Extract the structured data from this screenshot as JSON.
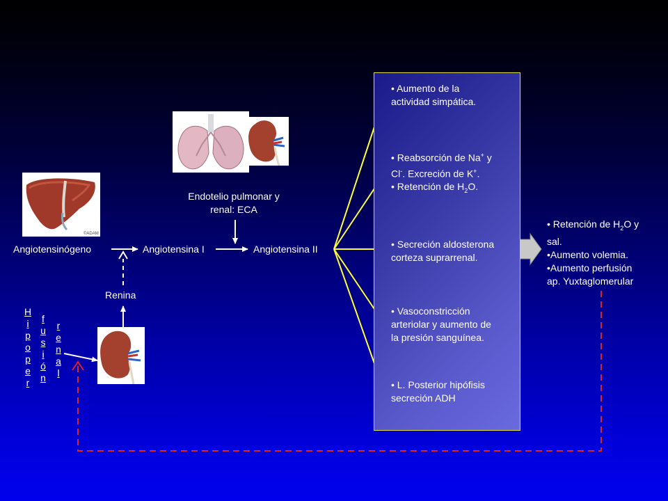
{
  "nodes": {
    "angiotensinogen": "Angiotensinógeno",
    "angiotensin1": "Angiotensina I",
    "angiotensin2": "Angiotensina II",
    "renin": "Renina",
    "endothelium_line1": "Endotelio pulmonar y",
    "endothelium_line2": "renal: ECA"
  },
  "vertical_words": {
    "col1": [
      "H",
      "i",
      "p",
      "o",
      "p",
      "e",
      "r"
    ],
    "col2": [
      "f",
      "u",
      "s",
      "i",
      "ó",
      "n"
    ],
    "col3": [
      "r",
      "e",
      "n",
      "a",
      "l"
    ]
  },
  "effects": {
    "e1_line1": "• Aumento de la",
    "e1_line2": "actividad simpática.",
    "e2_line1": "• Reabsorción de Na",
    "e2_sup1": "+",
    "e2_line1_end": " y",
    "e2_line2_a": "Cl",
    "e2_sup2": "-",
    "e2_line2_b": ". Excreción de K",
    "e2_sup3": "+",
    "e2_line2_c": ".",
    "e2_line3_a": "• Retención de H",
    "e2_sub": "2",
    "e2_line3_b": "O.",
    "e3_line1": "• Secreción aldosterona",
    "e3_line2": "corteza suprarrenal.",
    "e4_line1": "• Vasoconstricción",
    "e4_line2": "arteriolar y aumento de",
    "e4_line3": "la presión sanguínea.",
    "e5_line1": "• L. Posterior hipófisis",
    "e5_line2": "secreción ADH"
  },
  "result": {
    "r1_a": "• Retención de H",
    "r1_sub": "2",
    "r1_b": "O y",
    "r1_line2": "sal.",
    "r2": "•Aumento volemia.",
    "r3": "•Aumento perfusión",
    "r4": "ap. Yuxtaglomerular"
  },
  "image_labels": {
    "adam": "©ADAM"
  },
  "colors": {
    "arrow_white": "#ffffff",
    "arrow_yellow": "#ffff33",
    "feedback_red": "#dd2222",
    "panel_border": "#e0e040"
  },
  "icons": [
    "liver-image",
    "lungs-image",
    "kidney-image"
  ]
}
